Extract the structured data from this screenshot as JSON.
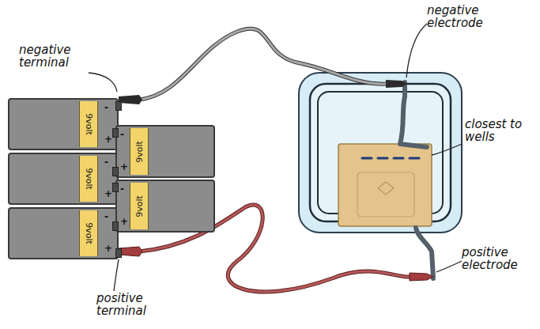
{
  "diagram": {
    "nodes": [
      {
        "text": [
          "9volt",
          "-",
          "+"
        ]
      },
      {
        "text": [
          "9volt",
          "-",
          "+"
        ]
      },
      {
        "text": [
          "9volt",
          "-",
          "+"
        ]
      },
      {
        "text": [
          "9volt",
          "-",
          "+"
        ]
      },
      {
        "text": [
          "9volt",
          "-",
          "+"
        ]
      }
    ],
    "labels": [
      "negative terminal",
      "negative electrode",
      "closest to wells",
      "positive electrode",
      "positive terminal"
    ]
  }
}
